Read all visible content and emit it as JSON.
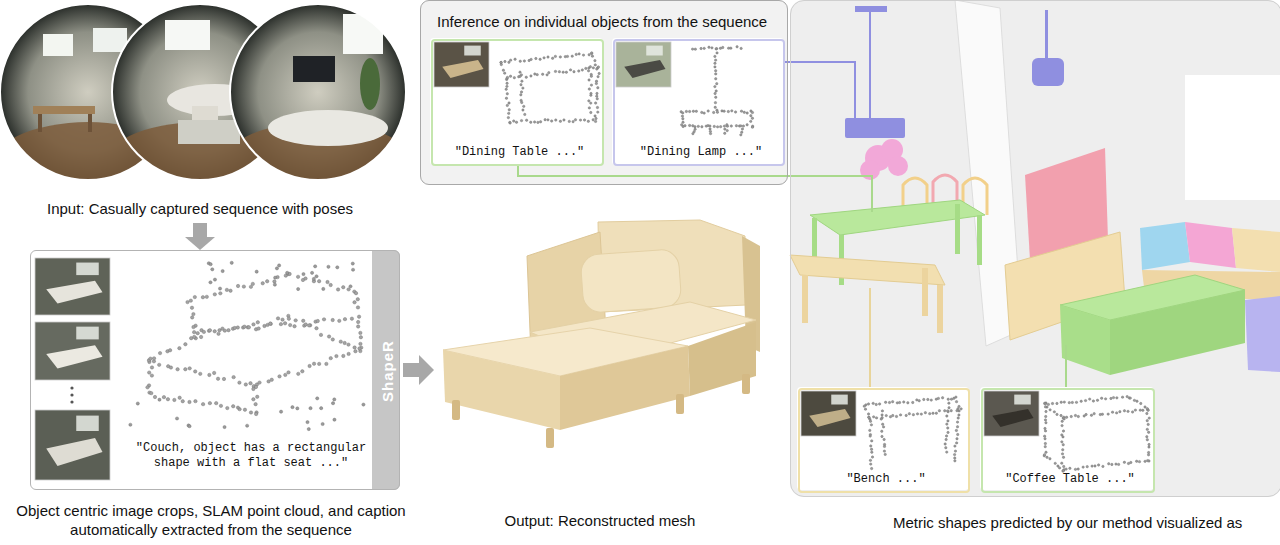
{
  "diagram": {
    "nodes": [
      {
        "text": [
          "Inference on individual objects from the sequence"
        ]
      },
      {
        "text": [
          "\"Dining Table ...\""
        ],
        "in": 0
      },
      {
        "text": [
          "\"Dining Lamp ...\""
        ],
        "in": 0
      },
      {
        "text": [
          "\"Couch, object has a rectangular shape with a flat seat ...\"",
          "ShapeR",
          "Object centric image crops, SLAM point cloud, and caption automatically extracted from the sequence"
        ]
      },
      {
        "text": [
          "Metric shapes predicted by our method visualized as"
        ]
      },
      {
        "text": [
          "\"Bench ...\""
        ],
        "in": 4
      },
      {
        "text": [
          "\"Coffee Table ...\""
        ],
        "in": 4
      }
    ],
    "labels": [
      "Input: Casually captured sequence with poses",
      "Output: Reconstructed mesh"
    ]
  }
}
